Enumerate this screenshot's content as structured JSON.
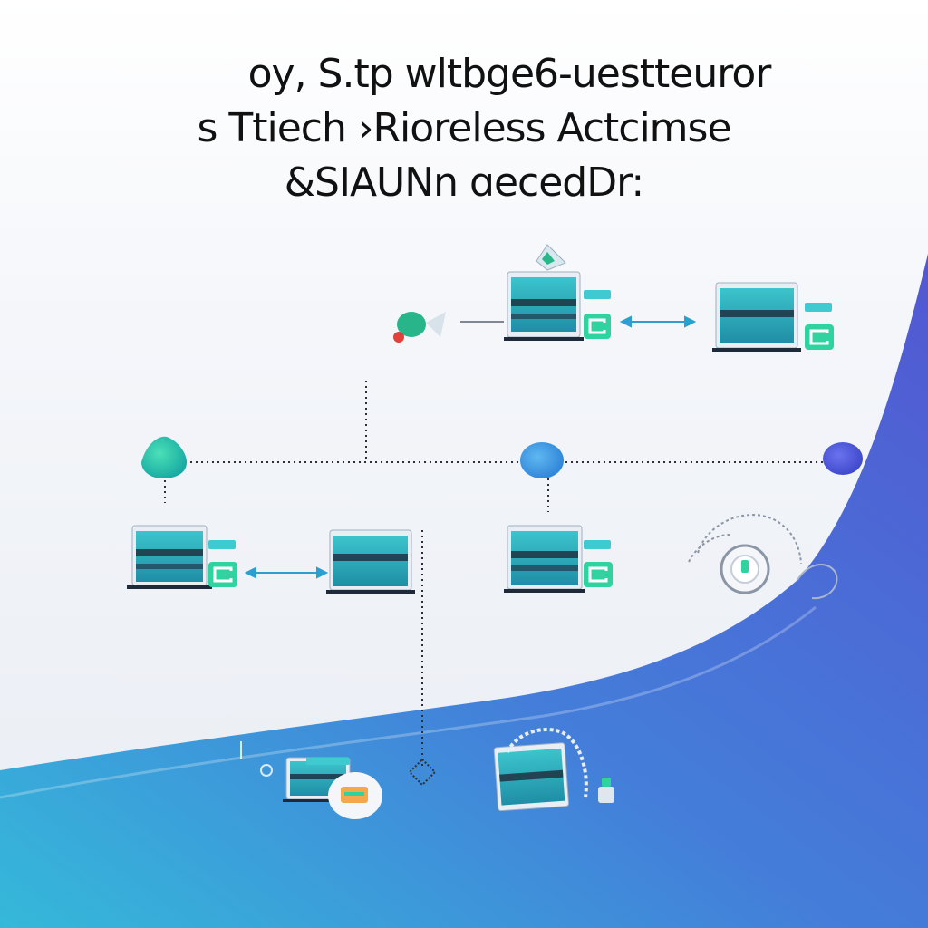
{
  "title": {
    "line1": "oy, S.tp wltbge6-uestteuror",
    "line2": "s Ttiech ›Rioreless Actcimse",
    "line3": "&SIAUNn ɑecedDr:"
  },
  "colors": {
    "teal": "#1fb8a8",
    "cyan": "#22b5d6",
    "blue": "#3f55d4",
    "indigo": "#4b4fd0",
    "screen": "#2aa6b8",
    "green": "#2fd3a0",
    "dark": "#1e2a3a"
  },
  "icons": [
    "server-monitor-icon",
    "badge-c-icon",
    "arrow-icon",
    "node-dot-icon",
    "gear-ring-icon",
    "power-knob-icon",
    "robot-icon",
    "chat-bubble-icon",
    "diamond-connector-icon"
  ]
}
